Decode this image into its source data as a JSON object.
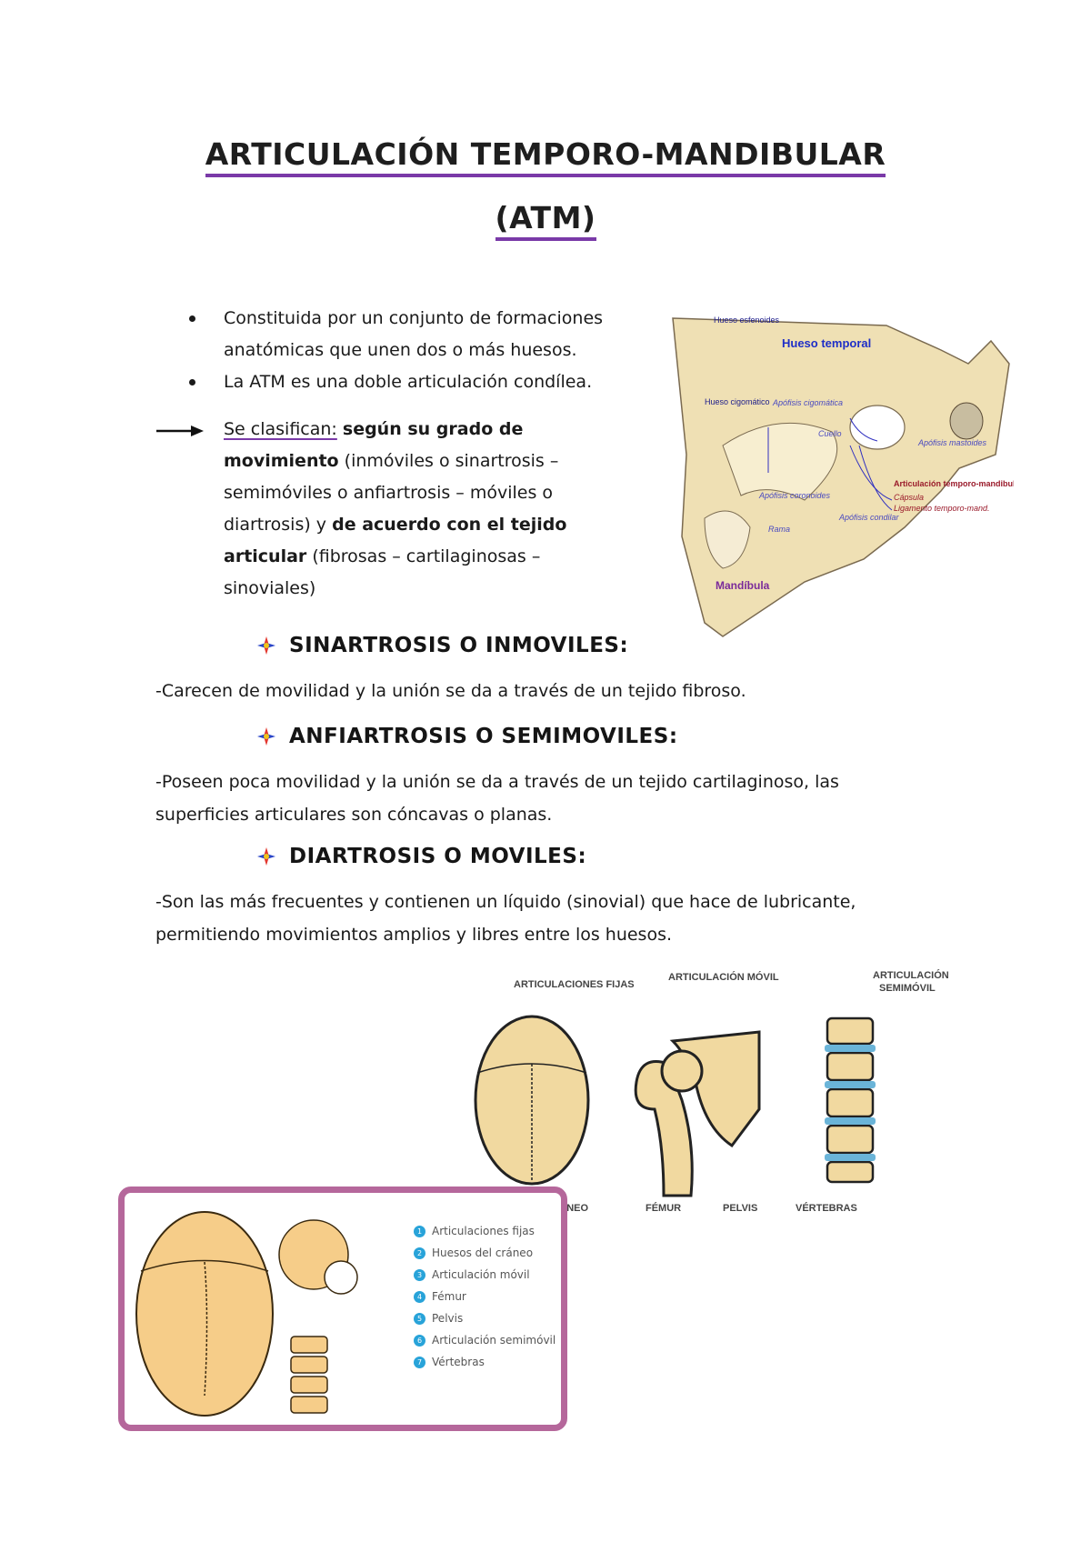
{
  "title": {
    "line1": "ARTICULACIÓN TEMPORO-MANDIBULAR",
    "line2": "(ATM)"
  },
  "intro": {
    "bullet1": "Constituida por un conjunto de formaciones anatómicas que unen dos o más huesos.",
    "bullet2": "La ATM es una doble articulación condílea.",
    "classify_label": "Se clasifican:",
    "classify_bold1": "según su grado de movimiento",
    "classify_text1": "(inmóviles o sinartrosis – semimóviles o anfiartrosis – móviles o diartrosis) y",
    "classify_bold2": "de acuerdo con el tejido articular",
    "classify_text2": "(fibrosas – cartilaginosas – sinoviales)"
  },
  "skull_figure": {
    "labels": {
      "hueso_esfenoides": "Hueso esfenoides",
      "hueso_temporal": "Hueso temporal",
      "hueso_cigomatico": "Hueso cigomático",
      "apofisis_cigomatica": "Apófisis cigomática",
      "cuello": "Cuello",
      "apofisis_mastoides": "Apófisis mastoides",
      "articulacion_tm": "Articulación temporo-mandibular",
      "capsula": "Cápsula",
      "ligamento": "Ligamento temporo-mand.",
      "apofisis_coronoides": "Apófisis coronoides",
      "apofisis_condilar": "Apófisis condilar",
      "rama": "Rama",
      "mandibula": "Mandíbula"
    }
  },
  "sections": [
    {
      "heading": "SINARTROSIS O INMOVILES:",
      "text": "-Carecen de movilidad y la unión se da a través de un tejido fibroso."
    },
    {
      "heading": "ANFIARTROSIS O SEMIMOVILES:",
      "text": "-Poseen poca movilidad y la unión se da a través de un tejido cartilaginoso, las superficies articulares son cóncavas o planas."
    },
    {
      "heading": "DIARTROSIS O MOVILES:",
      "text": "-Son las más frecuentes y contienen un líquido (sinovial) que hace de lubricante, permitiendo movimientos amplios y libres entre los huesos."
    }
  ],
  "joints_figure": {
    "fijas": "ARTICULACIONES FIJAS",
    "movil": "ARTICULACIÓN MÓVIL",
    "semimovil": "ARTICULACIÓN SEMIMÓVIL",
    "craneo": "HUESOS DEL CRÁNEO",
    "femur": "FÉMUR",
    "pelvis": "PELVIS",
    "vertebras": "VÉRTEBRAS"
  },
  "legend": {
    "items": [
      {
        "num": "1",
        "label": "Articulaciones fijas"
      },
      {
        "num": "2",
        "label": "Huesos del cráneo"
      },
      {
        "num": "3",
        "label": "Articulación móvil"
      },
      {
        "num": "4",
        "label": "Fémur"
      },
      {
        "num": "5",
        "label": "Pelvis"
      },
      {
        "num": "6",
        "label": "Articulación semimóvil"
      },
      {
        "num": "7",
        "label": "Vértebras"
      }
    ]
  },
  "colors": {
    "accent_purple": "#7a3aa8",
    "box_border": "#b5679b",
    "bone": "#f1d9a0",
    "legend_blue": "#28a3d9"
  }
}
